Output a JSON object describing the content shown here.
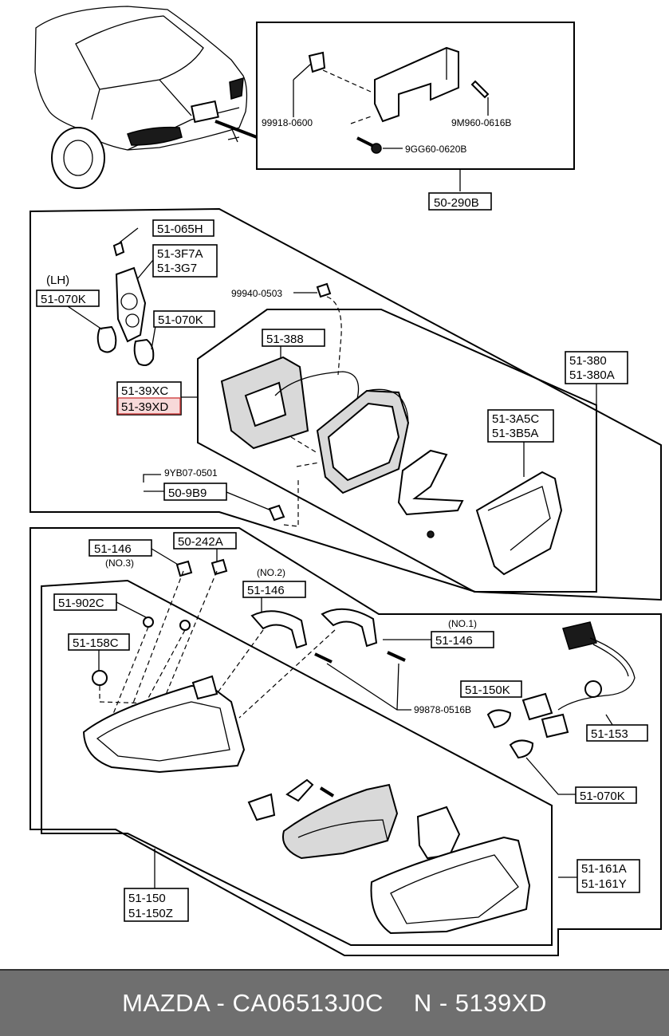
{
  "header_labels": {
    "p99918": "99918-0600",
    "p9m960": "9M960-0616B",
    "p9gg60": "9GG60-0620B",
    "p50_290b": "50-290B"
  },
  "mid_labels": {
    "p51_065h": "51-065H",
    "p51_3f7a": "51-3F7A",
    "p51_3g7": "51-3G7",
    "lh": "(LH)",
    "p51_070k_a": "51-070K",
    "p51_070k_b": "51-070K",
    "p99940": "99940-0503",
    "p51_388": "51-388",
    "p51_380": "51-380",
    "p51_380a": "51-380A",
    "p51_39xc": "51-39XC",
    "p51_39xd": "51-39XD",
    "p51_3a5c": "51-3A5C",
    "p51_3b5a": "51-3B5A",
    "p9yb07": "9YB07-0501",
    "p50_9b9": "50-9B9"
  },
  "low_labels": {
    "p51_146_a": "51-146",
    "no3": "(NO.3)",
    "p50_242a": "50-242A",
    "no2": "(NO.2)",
    "p51_146_b": "51-146",
    "p51_902c": "51-902C",
    "no1": "(NO.1)",
    "p51_146_c": "51-146",
    "p51_158c": "51-158C",
    "p51_150k": "51-150K",
    "p99878": "99878-0516B",
    "p51_153": "51-153",
    "p51_070k_c": "51-070K",
    "p51_161a": "51-161A",
    "p51_161y": "51-161Y",
    "p51_150": "51-150",
    "p51_150z": "51-150Z"
  },
  "highlight_color": "#d04040",
  "footer": {
    "brand": "MAZDA - CA06513J0C",
    "part": "N - 5139XD"
  }
}
